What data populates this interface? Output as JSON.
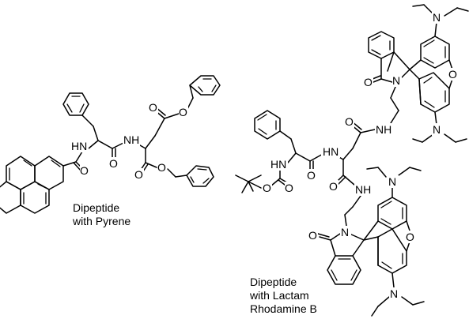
{
  "captions": {
    "pyrene": [
      "Dipeptide",
      "with Pyrene"
    ],
    "rhodamine": [
      "Dipeptide",
      "with Lactam",
      "Rhodamine B"
    ]
  },
  "atoms": {
    "N": "N",
    "O": "O",
    "NH": "NH",
    "HN": "HN",
    "NEt2": "N"
  },
  "colors": {
    "ink": "#000000",
    "background": "#ffffff"
  }
}
